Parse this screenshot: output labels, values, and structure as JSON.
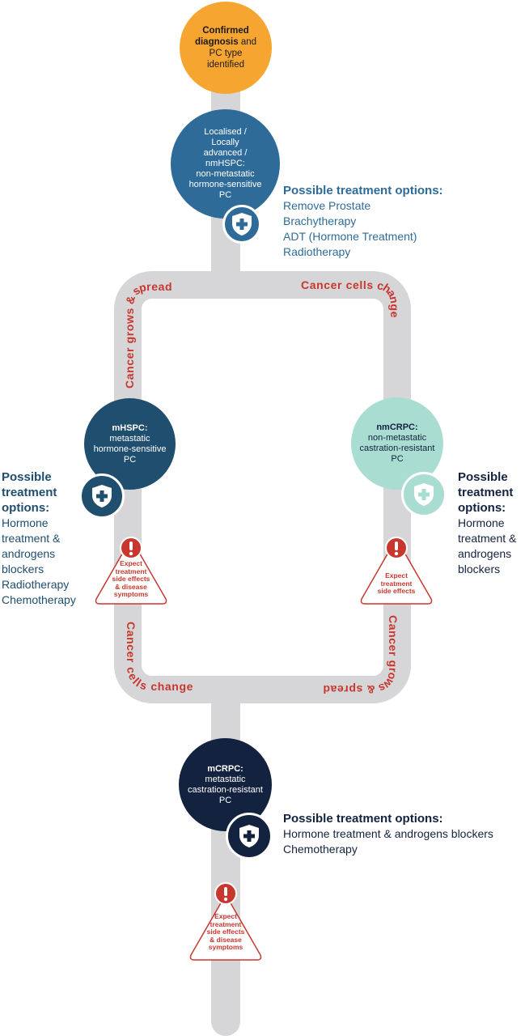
{
  "start_node": {
    "line1": "Confirmed",
    "line2": "diagnosis",
    "line2b": " and",
    "line3": "PC type",
    "line4": "identified"
  },
  "localised_node": {
    "lines": [
      "Localised /",
      "Locally",
      "advanced /",
      "nmHSPC:",
      "non-metastatic",
      "hormone-sensitive",
      "PC"
    ]
  },
  "localised_options": {
    "heading": "Possible treatment options:",
    "items": [
      "Remove Prostate",
      "Brachytherapy",
      "ADT (Hormone Treatment)",
      "Radiotherapy"
    ]
  },
  "loop_labels": {
    "top_left": "Cancer grows & spread",
    "top_right": "Cancer cells change",
    "bottom_left": "Cancer cells change",
    "bottom_right": "Cancer grows & spread"
  },
  "mhspc_node": {
    "title": "mHSPC:",
    "lines": [
      "metastatic",
      "hormone-sensitive",
      "PC"
    ]
  },
  "mhspc_options": {
    "heading": [
      "Possible",
      "treatment",
      "options:"
    ],
    "items": [
      "Hormone",
      "treatment &",
      "androgens",
      "blockers",
      "Radiotherapy",
      "Chemotherapy"
    ]
  },
  "mhspc_warning": {
    "lines": [
      "Expect",
      "treatment",
      "side effects",
      "& disease",
      "symptoms"
    ]
  },
  "nmcrpc_node": {
    "title": "nmCRPC:",
    "lines": [
      "non-metastatic",
      "castration-resistant",
      "PC"
    ]
  },
  "nmcrpc_options": {
    "heading": [
      "Possible",
      "treatment",
      "options:"
    ],
    "items": [
      "Hormone",
      "treatment &",
      "androgens",
      "blockers"
    ]
  },
  "nmcrpc_warning": {
    "lines": [
      "Expect",
      "treatment",
      "side effects"
    ]
  },
  "mcrpc_node": {
    "title": "mCRPC:",
    "lines": [
      "metastatic",
      "castration-resistant",
      "PC"
    ]
  },
  "mcrpc_options": {
    "heading": "Possible treatment options:",
    "items": [
      "Hormone treatment & androgens blockers",
      "Chemotherapy"
    ]
  },
  "mcrpc_warning": {
    "lines": [
      "Expect",
      "treatment",
      "side effects",
      "& disease",
      "symptoms"
    ]
  },
  "colors": {
    "track": "#d6d6d8",
    "start": "#f7a531",
    "localised": "#2f6b99",
    "mhspc": "#1f4e6e",
    "nmcrpc": "#a9ddd1",
    "mcrpc": "#13233f",
    "loop_text": "#c8372d",
    "warning": "#c8372d"
  },
  "icons": {
    "treatment": "shield-plus-icon",
    "warning": "exclamation-icon"
  }
}
